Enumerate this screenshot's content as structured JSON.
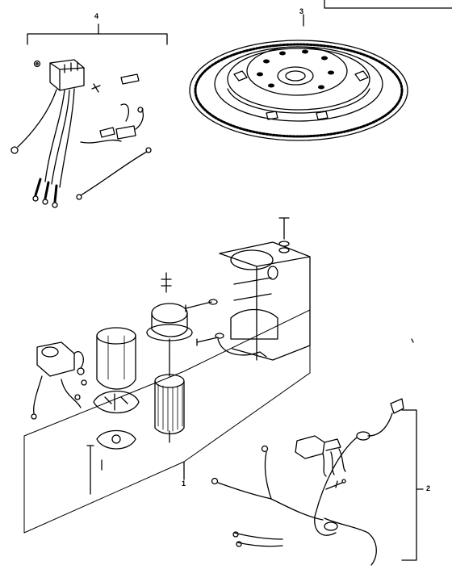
{
  "callouts": {
    "one": "1",
    "two": "2",
    "three": "3",
    "four": "4"
  },
  "colors": {
    "ink": "#000000",
    "paper": "#ffffff"
  }
}
